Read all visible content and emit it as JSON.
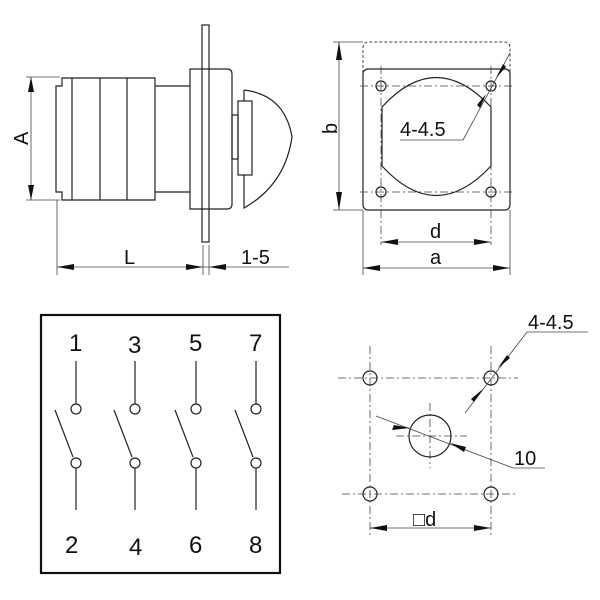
{
  "side_view": {
    "dim_height_label": "A",
    "dim_length_label": "L",
    "dim_panel_label": "1-5"
  },
  "front_view": {
    "dim_width_label": "a",
    "dim_height_label": "b",
    "dim_hole_spacing_label": "d",
    "hole_label": "4-4.5"
  },
  "wiring_diagram": {
    "top_terminals": [
      "1",
      "3",
      "5",
      "7"
    ],
    "bottom_terminals": [
      "2",
      "4",
      "6",
      "8"
    ]
  },
  "cutout_view": {
    "hole_label": "4-4.5",
    "center_hole_label": "10",
    "spacing_label": "□d"
  }
}
